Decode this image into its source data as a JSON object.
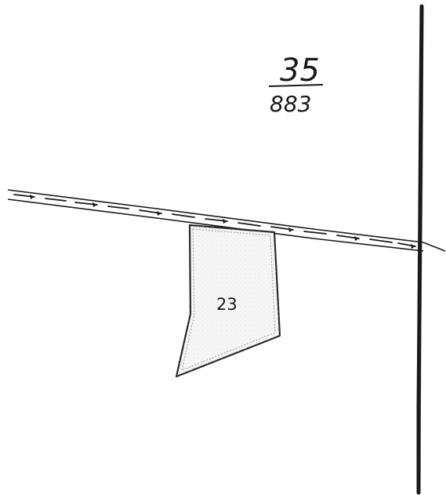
{
  "map": {
    "cadastral_label": {
      "numerator": "35",
      "denominator": "883"
    },
    "plot": {
      "number": "23"
    }
  },
  "colors": {
    "ink": "#1a1a1a",
    "plot_fill": "#f6f6f6",
    "plot_stroke": "#2a2a2a",
    "paper": "#ffffff"
  }
}
